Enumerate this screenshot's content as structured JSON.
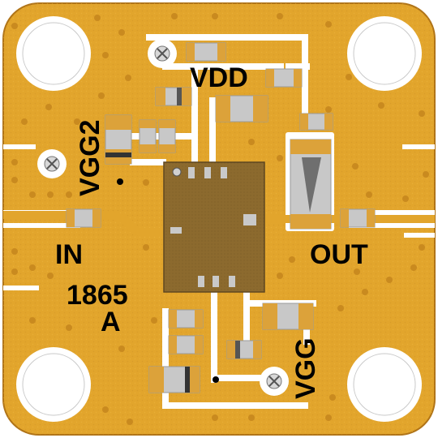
{
  "labels": {
    "vdd": "VDD",
    "vgg2": "VGG2",
    "input": "IN",
    "output": "OUT",
    "part_number": "1865",
    "revision": "A",
    "vgg": "VGG"
  },
  "colors": {
    "background": "#ffffff",
    "gold": "#e2a52c",
    "gold_dark": "#b07418",
    "via": "#c98a1f",
    "trace": "#ffffff",
    "chip": "#8f6a2c",
    "component_body": "#c8c8c8",
    "component_pad": "#dca23a",
    "silkscreen": "#000000"
  },
  "icons": [
    "mounting-hole",
    "bond-pad-screw",
    "via",
    "mmic-die",
    "smd-capacitor",
    "smd-resistor",
    "pin1-marker"
  ]
}
